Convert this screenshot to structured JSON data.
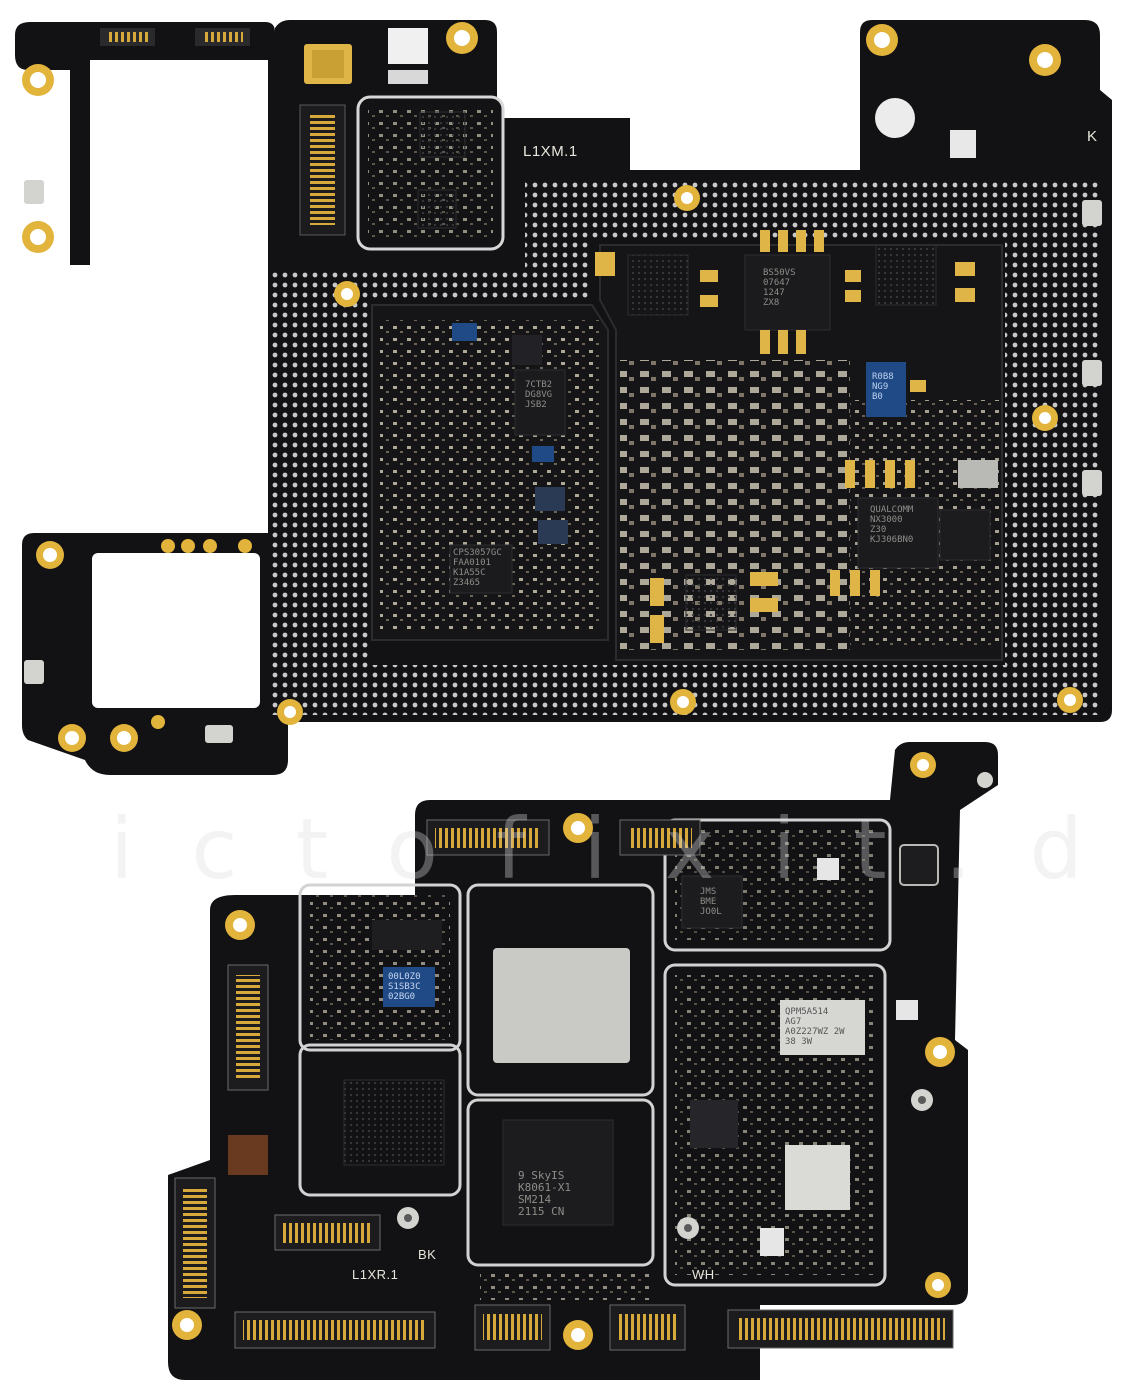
{
  "image": {
    "subject": "Two smartphone printed circuit boards (main board and sub board) photographed from above on a white background",
    "colors": {
      "pcb": "#111113",
      "gold": "#e2b43c",
      "shield_outline": "#cfcfcf",
      "background": "#ffffff"
    }
  },
  "labels": {
    "main_board_id": "L1XM.1",
    "main_board_corner": "K",
    "sub_board_id": "L1XR.1",
    "sub_board_bk": "BK",
    "sub_board_wh": "WH"
  },
  "chip_markings": {
    "pmic_top": "BS50VS\n07647\n1247\nZX8",
    "chip_qcc": "7CTB2\nDG8VG\nJSB2",
    "qualcomm_pmic": "QUALCOMM\nNX3000\nZ30\nKJ306BN0",
    "cps_chip": "CPS3057GC\nFAA0101\nK1A55C\nZ3465",
    "blue_chip": "R0B8\nNG9\nB0",
    "skyworks": "9 SkyIS\nK8061-X1\nSM214\n2115 CN",
    "qorvo": "QPM5A514\nAG7\nA0Z227WZ 2W\n38 3W",
    "blue_small": "00L0Z0\nS1SB3C\n02BG0",
    "memory_small": "JMS\nBME\nJO0L"
  },
  "watermark": "ictofixit.de"
}
